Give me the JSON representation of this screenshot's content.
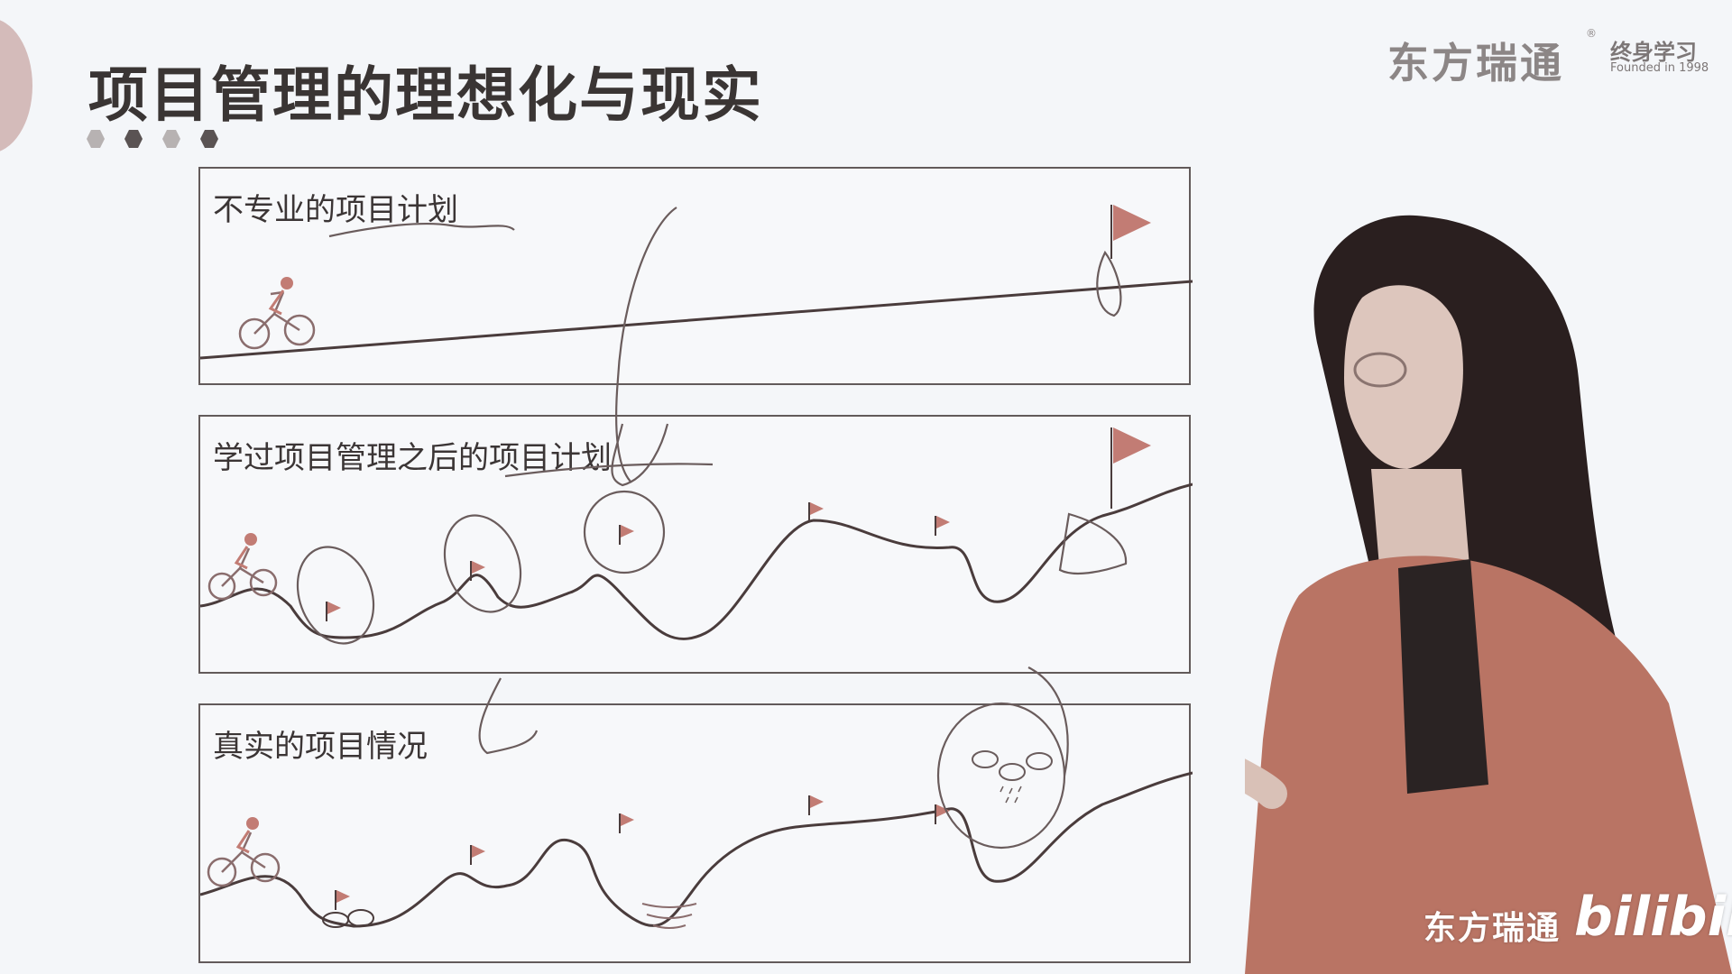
{
  "slide": {
    "title": "项目管理的理想化与现实",
    "brand": {
      "name": "东方瑞通",
      "registered": "®",
      "sub": "终身学习",
      "founded": "Founded in 1998"
    },
    "hex_colors": [
      "#b7b2b2",
      "#5a5353",
      "#b7b2b2",
      "#5a5353"
    ]
  },
  "panels": [
    {
      "label": "不专业的项目计划"
    },
    {
      "label": "学过项目管理之后的项目计划"
    },
    {
      "label": "真实的项目情况"
    }
  ],
  "watermark": {
    "channel": "东方瑞通",
    "platform": "bilibili"
  },
  "colors": {
    "line": "#4a3c3c",
    "flag": "#c27c74",
    "annotation": "#6a5c5c",
    "coat": "#b97464",
    "hair": "#2a1f1f"
  }
}
